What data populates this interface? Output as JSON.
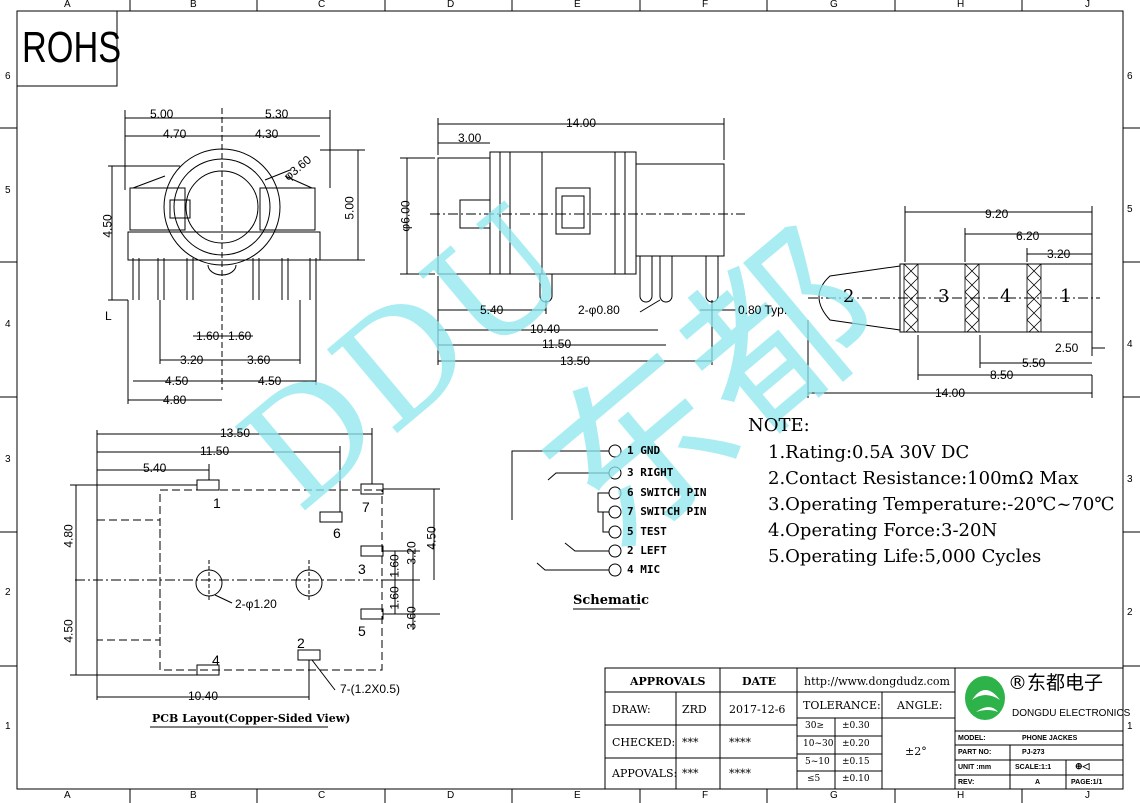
{
  "grid": {
    "cols": [
      "A",
      "B",
      "C",
      "D",
      "E",
      "F",
      "G",
      "H",
      "J"
    ],
    "rows": [
      "6",
      "5",
      "4",
      "3",
      "2",
      "1"
    ]
  },
  "rohs": "ROHS",
  "watermark": {
    "latin": "DDU",
    "cjk": "东都"
  },
  "front_view": {
    "d_500": "5.00",
    "d_530": "5.30",
    "d_470": "4.70",
    "d_430": "4.30",
    "d_phi360": "φ3.60",
    "d_450v": "4.50",
    "d_500v": "5.00",
    "l_label": "L",
    "d_160a": "1.60",
    "d_160b": "1.60",
    "d_320": "3.20",
    "d_360": "3.60",
    "d_450a": "4.50",
    "d_450b": "4.50",
    "d_480": "4.80"
  },
  "side_view": {
    "d_1400": "14.00",
    "d_300": "3.00",
    "d_phi600": "φ6.00",
    "d_540": "5.40",
    "d_2phi080": "2-φ0.80",
    "d_080typ": "0.80 Typ.",
    "d_1040": "10.40",
    "d_1150": "11.50",
    "d_1350": "13.50"
  },
  "plug": {
    "d_920": "9.20",
    "d_620": "6.20",
    "d_320": "3.20",
    "d_250": "2.50",
    "d_550": "5.50",
    "d_850": "8.50",
    "d_1400": "14.00",
    "segments": [
      "2",
      "3",
      "4",
      "1"
    ]
  },
  "pcb": {
    "d_1350": "13.50",
    "d_1150": "11.50",
    "d_540": "5.40",
    "d_480": "4.80",
    "d_450l": "4.50",
    "d_450r": "4.50",
    "d_320": "3.20",
    "d_160a": "1.60",
    "d_160b": "1.60",
    "d_360": "3.60",
    "d_2phi120": "2-φ1.20",
    "d_1040": "10.40",
    "d_7pads": "7-(1.2X0.5)",
    "pins": [
      "1",
      "6",
      "7",
      "3",
      "5",
      "2",
      "4"
    ],
    "caption": "PCB Layout(Copper-Sided View)"
  },
  "schematic": {
    "pins": [
      "1 GND",
      "3 RIGHT",
      "6 SWITCH PIN",
      "7 SWITCH PIN",
      "5 TEST",
      "2 LEFT",
      "4 MIC"
    ],
    "caption": "Schematic"
  },
  "notes": {
    "title": "NOTE:",
    "items": [
      "1.Rating:0.5A 30V DC",
      "2.Contact Resistance:100mΩ Max",
      "3.Operating Temperature:-20℃~70℃",
      "4.Operating Force:3-20N",
      "5.Operating Life:5,000 Cycles"
    ]
  },
  "title_block": {
    "approvals": "APPROVALS",
    "date": "DATE",
    "website": "http://www.dongdudz.com",
    "tolerance": "TOLERANCE:",
    "angle": "ANGLE:",
    "angle_value": "±2°",
    "rows": [
      {
        "label": "DRAW:",
        "name": "ZRD",
        "date": "2017-12-6"
      },
      {
        "label": "CHECKED:",
        "name": "***",
        "date": "****"
      },
      {
        "label": "APPOVALS:",
        "name": "***",
        "date": "****"
      }
    ],
    "tol_rows": [
      {
        "range": "30≥",
        "val": "±0.30"
      },
      {
        "range": "10~30",
        "val": "±0.20"
      },
      {
        "range": "5~10",
        "val": "±0.15"
      },
      {
        "range": "≤5",
        "val": "±0.10"
      }
    ],
    "brand_cn": "®东都电子",
    "brand_en": "DONGDU ELECTRONICS",
    "model_label": "MODEL:",
    "model_value": "PHONE JACKES",
    "part_label": "PART NO:",
    "part_value": "PJ-273",
    "unit_label": "UNIT :mm",
    "scale": "SCALE:1:1",
    "rev_label": "REV:",
    "rev_value": "A",
    "page": "PAGE:1/1"
  },
  "colors": {
    "watermark": "#8de8f0",
    "logo_green": "#2db34a"
  }
}
